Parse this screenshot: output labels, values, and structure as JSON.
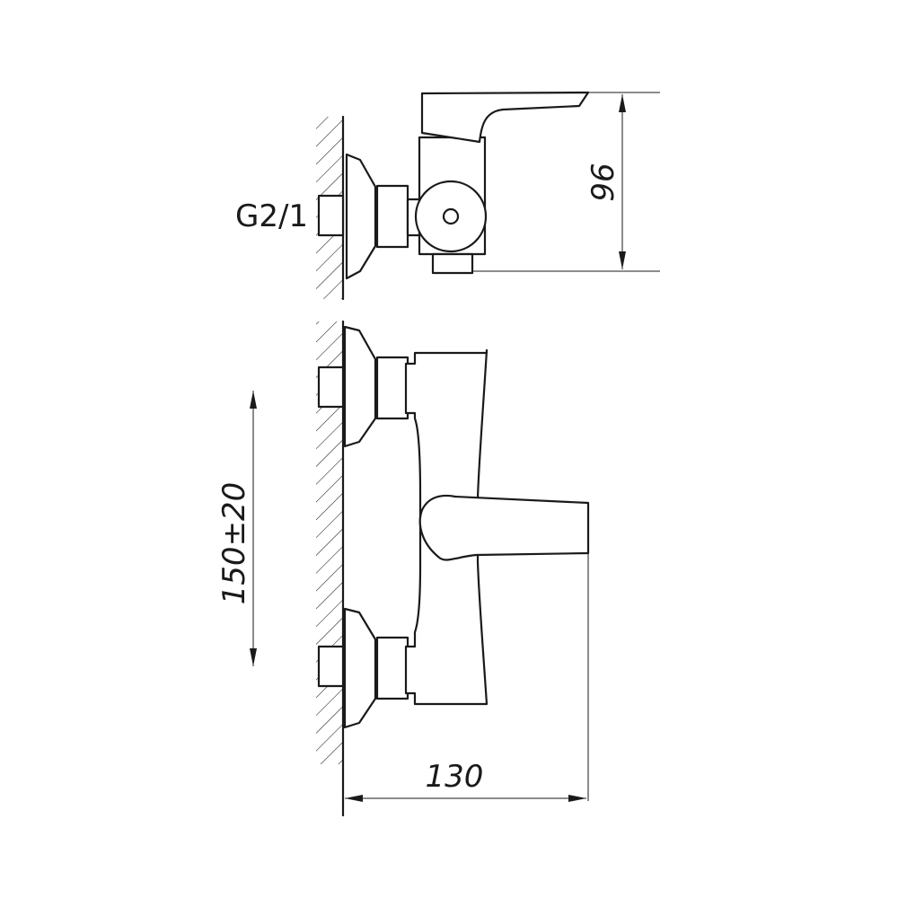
{
  "dimensions": {
    "thread": "G2/1",
    "height": "96",
    "spacing": "150±20",
    "depth": "130"
  },
  "colors": {
    "line": "#1a1a1a",
    "background": "#ffffff"
  }
}
